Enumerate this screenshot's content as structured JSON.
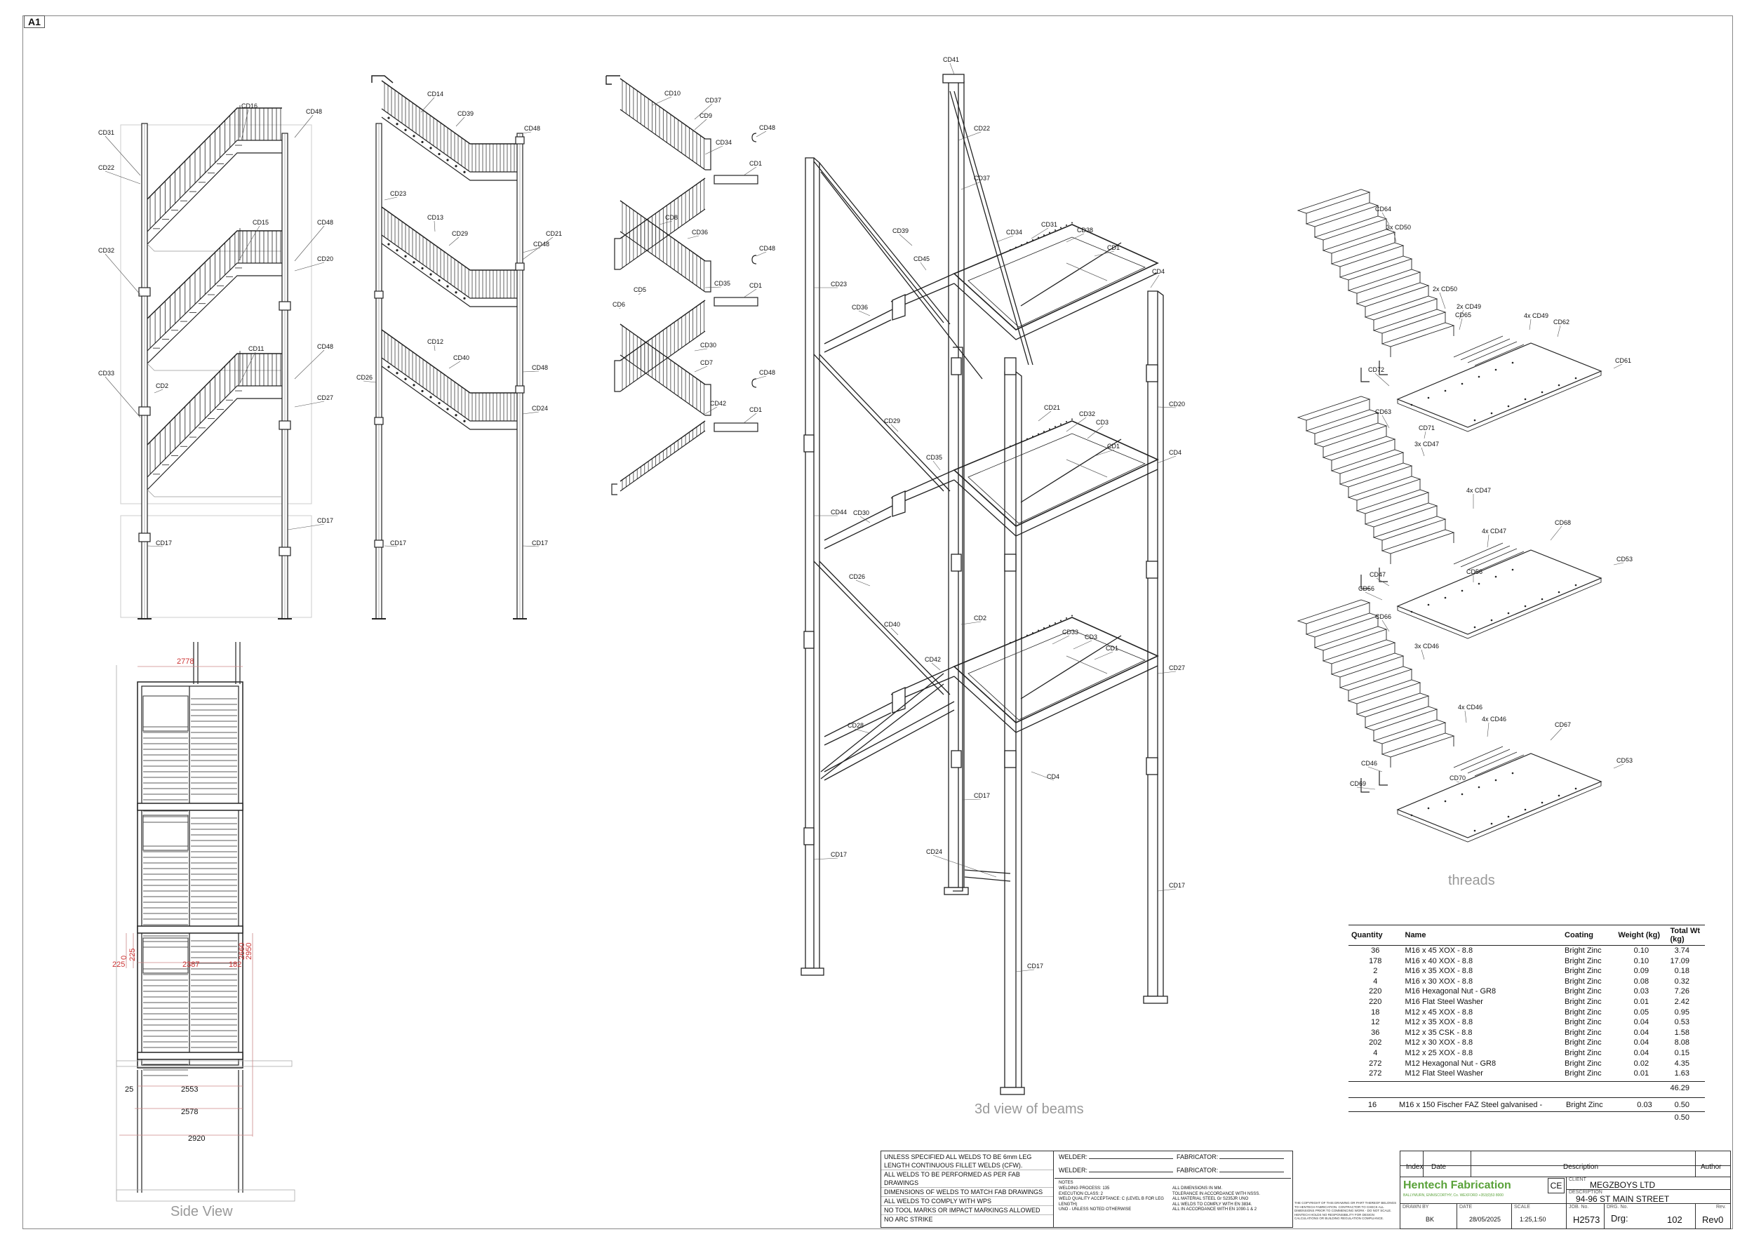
{
  "sheet": {
    "size_tag": "A1",
    "captions": {
      "side_view": "Side View",
      "beams_3d": "3d view of beams",
      "threads": "threads"
    }
  },
  "elevation_left": {
    "labels": [
      "CD16",
      "CD48",
      "CD31",
      "CD22",
      "CD15",
      "CD48",
      "CD32",
      "CD20",
      "CD11",
      "CD48",
      "CD33",
      "CD2",
      "CD27",
      "CD17",
      "CD17"
    ]
  },
  "elevation_mid": {
    "labels": [
      "CD14",
      "CD39",
      "CD48",
      "CD23",
      "CD13",
      "CD29",
      "CD21",
      "CD48",
      "CD26",
      "CD12",
      "CD40",
      "CD48",
      "CD24",
      "CD17",
      "CD17"
    ]
  },
  "flights_exploded": {
    "labels": [
      "CD10",
      "CD37",
      "CD9",
      "CD48",
      "CD34",
      "CD1",
      "CD8",
      "CD36",
      "CD48",
      "CD6",
      "CD5",
      "CD35",
      "CD1",
      "CD30",
      "CD7",
      "CD48",
      "CD42",
      "CD1"
    ]
  },
  "beams_3d": {
    "labels": [
      "CD41",
      "CD22",
      "CD37",
      "CD39",
      "CD34",
      "CD31",
      "CD38",
      "CD1",
      "CD45",
      "CD4",
      "CD23",
      "CD36",
      "CD20",
      "CD21",
      "CD32",
      "CD3",
      "CD1",
      "CD29",
      "CD35",
      "CD4",
      "CD44",
      "CD30",
      "CD26",
      "CD2",
      "CD40",
      "CD33",
      "CD3",
      "CD1",
      "CD42",
      "CD27",
      "CD28",
      "CD4",
      "CD17",
      "CD17",
      "CD24",
      "CD17",
      "CD17"
    ]
  },
  "plan_view": {
    "dims": {
      "top_width": "2778",
      "d225a": "225",
      "d0": "0",
      "d225b": "225",
      "d2387": "2387",
      "d182": "182",
      "d2660": "2660",
      "d2950": "2950",
      "d25": "25",
      "d2553": "2553",
      "d2578": "2578",
      "d2920": "2920"
    }
  },
  "threads": {
    "labels": [
      "CD64",
      "3x CD50",
      "2x CD50",
      "2x CD49",
      "CD65",
      "4x CD49",
      "CD62",
      "CD61",
      "CD72",
      "CD63",
      "CD71",
      "3x CD47",
      "4x CD47",
      "4x CD47",
      "CD68",
      "CD53",
      "CD47",
      "CD56",
      "CD56",
      "CD66",
      "3x CD46",
      "4x CD46",
      "4x CD46",
      "CD67",
      "CD53",
      "CD46",
      "CD69",
      "CD70"
    ]
  },
  "bolt_table": {
    "headers": [
      "Quantity",
      "Name",
      "Coating",
      "Weight (kg)",
      "Total Wt (kg)"
    ],
    "rows": [
      [
        "36",
        "M16 x 45 XOX - 8.8",
        "Bright Zinc",
        "0.10",
        "3.74"
      ],
      [
        "178",
        "M16 x 40 XOX - 8.8",
        "Bright Zinc",
        "0.10",
        "17.09"
      ],
      [
        "2",
        "M16 x 35 XOX - 8.8",
        "Bright Zinc",
        "0.09",
        "0.18"
      ],
      [
        "4",
        "M16 x 30 XOX - 8.8",
        "Bright Zinc",
        "0.08",
        "0.32"
      ],
      [
        "220",
        "M16 Hexagonal Nut - GR8",
        "Bright Zinc",
        "0.03",
        "7.26"
      ],
      [
        "220",
        "M16 Flat Steel Washer",
        "Bright Zinc",
        "0.01",
        "2.42"
      ],
      [
        "18",
        "M12 x 45 XOX - 8.8",
        "Bright Zinc",
        "0.05",
        "0.95"
      ],
      [
        "12",
        "M12 x 35 XOX - 8.8",
        "Bright Zinc",
        "0.04",
        "0.53"
      ],
      [
        "36",
        "M12 x 35 CSK - 8.8",
        "Bright Zinc",
        "0.04",
        "1.58"
      ],
      [
        "202",
        "M12 x 30 XOX - 8.8",
        "Bright Zinc",
        "0.04",
        "8.08"
      ],
      [
        "4",
        "M12 x 25 XOX - 8.8",
        "Bright Zinc",
        "0.04",
        "0.15"
      ],
      [
        "272",
        "M12 Hexagonal Nut - GR8",
        "Bright Zinc",
        "0.02",
        "4.35"
      ],
      [
        "272",
        "M12 Flat Steel Washer",
        "Bright Zinc",
        "0.01",
        "1.63"
      ]
    ],
    "subtotal": "46.29",
    "extra_row": [
      "16",
      "M16 x 150 Fischer FAZ Steel galvanised -",
      "Bright Zinc",
      "0.03",
      "0.50"
    ],
    "extra_total": "0.50"
  },
  "notes": {
    "weld_notes": [
      "UNLESS SPECIFIED ALL WELDS TO BE 6mm  LEG LENGTH CONTINUOUS FILLET WELDS (CFW).",
      "ALL WELDS TO BE PERFORMED AS PER FAB DRAWINGS",
      "DIMENSIONS OF WELDS TO MATCH FAB DRAWINGS",
      "ALL WELDS TO COMPLY WITH WPS",
      "NO TOOL MARKS OR IMPACT MARKINGS ALLOWED",
      "NO ARC STRIKE"
    ],
    "welder_label": "WELDER:",
    "fabricator_label": "FABRICATOR:",
    "notes_heading": "NOTES",
    "notes_left": [
      "WELDING PROCESS: 135",
      "EXECUTION CLASS: 2",
      "WELD QUALITY ACCEPTANCE: C (LEVEL B FOR LEG LENGTH)",
      "UNO - UNLESS NOTED OTHERWISE"
    ],
    "notes_right": [
      "ALL DIMENSIONS IN MM.",
      "TOLERANCE IN ACCORDANCE WITH NSSS.",
      "ALL MATERIAL STEEL Gr S235JR UNO",
      "ALL WELDS TO COMPLY WITH EN 3834.",
      "ALL IN ACCORDANCE WITH EN 1090-1 & 2"
    ],
    "copyright": "THE COPYRIGHT OF THIS DRAWING OR PART THEREOF BELONGS TO HENTECH FABRICATION. CONTRACTOR TO CHECK ALL DIMENSIONS PRIOR TO COMMENCING WORK - DO NOT SCALE. HENTECH HOLDS NO RESPONSIBILITY FOR DESIGN CALCULATIONS OR BUILDING REGULATION COMPLIANCE."
  },
  "title_block": {
    "col_index": "Index",
    "col_date": "Date",
    "col_description": "Description",
    "col_author": "Author",
    "company": "Hentech Fabrication",
    "company_address": "BALLYMURN, ENNISCORTHY, Co. WEXFORD  +353(0)53 8000",
    "ce_mark": "CE",
    "client_label": "CLIENT",
    "client": "MEGZBOYS LTD",
    "desc_label": "DESCRIPTION",
    "description": "94-96 ST MAIN STREET",
    "drawn_by_label": "DRAWN BY",
    "drawn_by": "BK",
    "date_label": "DATE",
    "date": "28/05/2025",
    "scale_label": "SCALE",
    "scale": "1:25,1:50",
    "job_label": "JOB. No.",
    "job_no": "H2573",
    "drg_label": "DRG. No.",
    "drg_prefix": "Drg:",
    "drg_no": "102",
    "rev_label": "Rev.",
    "rev": "Rev0"
  }
}
